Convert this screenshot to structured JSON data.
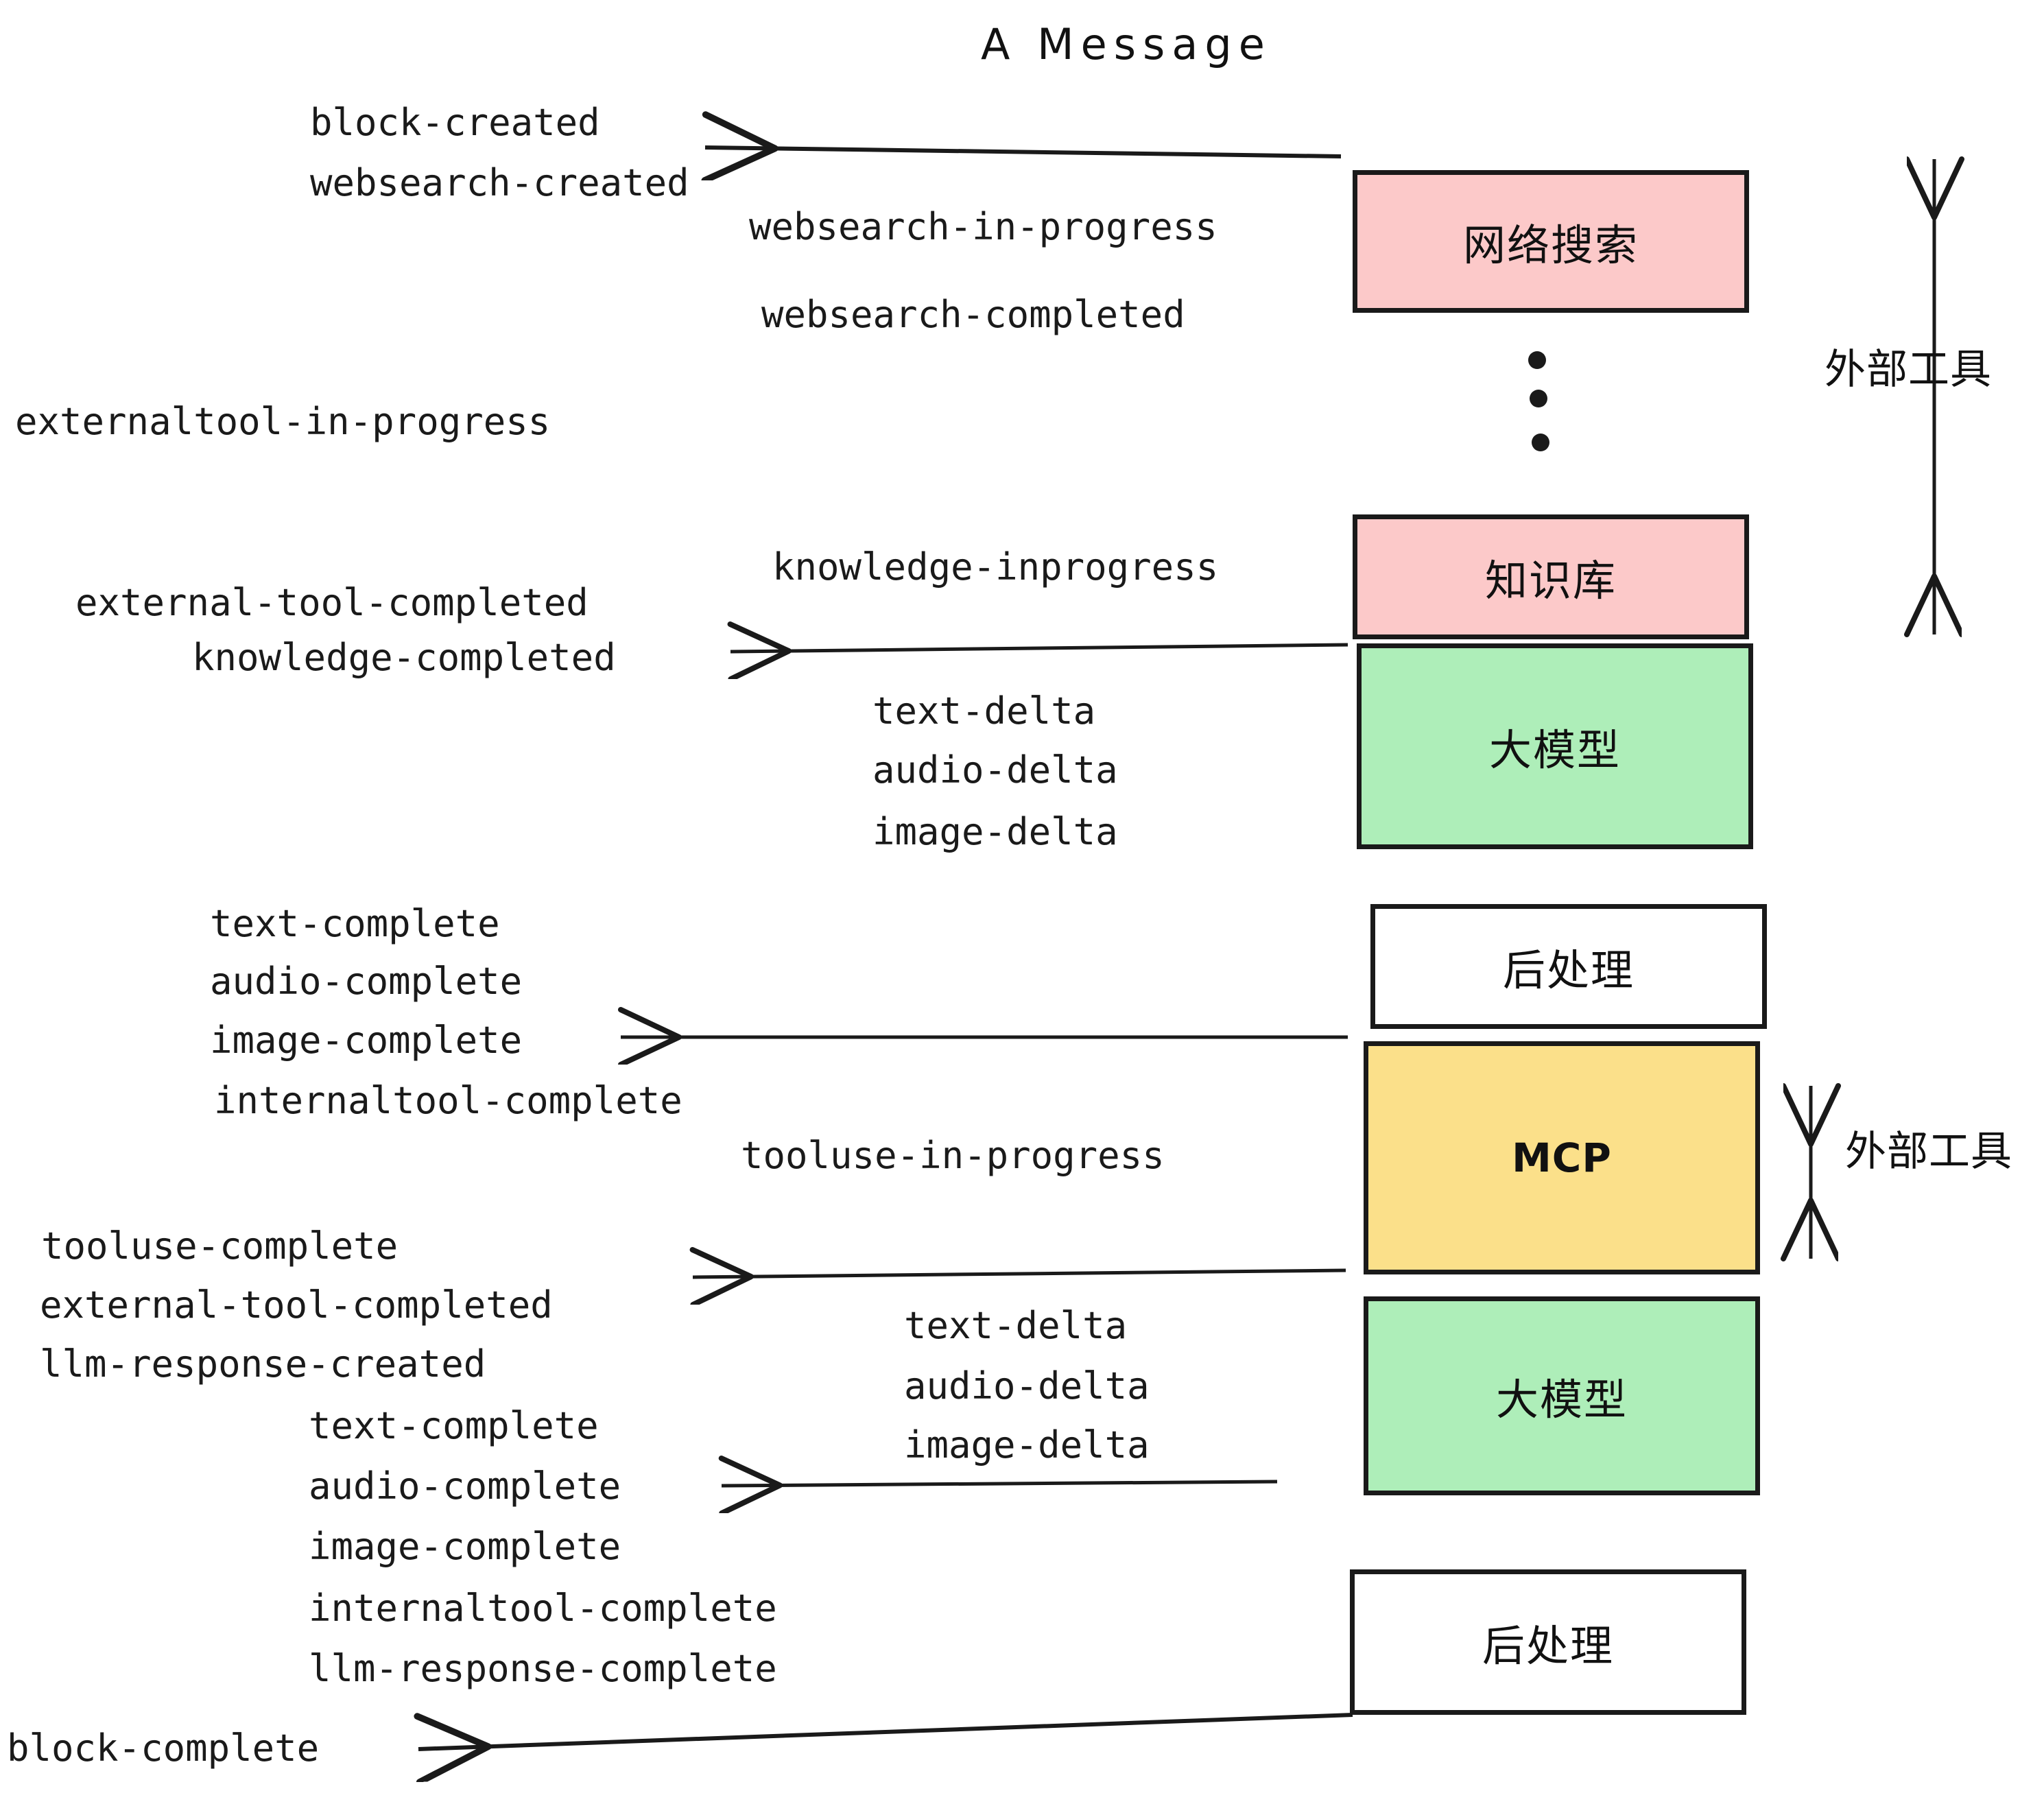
{
  "title": "A Message",
  "colors": {
    "pink": "#fcc9c9",
    "green": "#aeeeb9",
    "yellow": "#fbe08a",
    "white": "#ffffff",
    "stroke": "#1a1a1a",
    "text": "#1a1a1a",
    "background": "#ffffff"
  },
  "boxes": [
    {
      "id": "websearch",
      "label": "网络搜索",
      "fill": "#fcc9c9",
      "script": "cjk"
    },
    {
      "id": "knowledge",
      "label": "知识库",
      "fill": "#fcc9c9",
      "script": "cjk"
    },
    {
      "id": "llm-1",
      "label": "大模型",
      "fill": "#aeeeb9",
      "script": "cjk"
    },
    {
      "id": "postprocess-1",
      "label": "后处理",
      "fill": "#ffffff",
      "script": "cjk"
    },
    {
      "id": "mcp",
      "label": "MCP",
      "fill": "#fbe08a",
      "script": "latin"
    },
    {
      "id": "llm-2",
      "label": "大模型",
      "fill": "#aeeeb9",
      "script": "cjk"
    },
    {
      "id": "postprocess-2",
      "label": "后处理",
      "fill": "#ffffff",
      "script": "cjk"
    }
  ],
  "side_labels": [
    {
      "id": "external-tools-top",
      "label": "外部工具"
    },
    {
      "id": "external-tools-bottom",
      "label": "外部工具"
    }
  ],
  "events": [
    {
      "id": "block-created",
      "label": "block-created"
    },
    {
      "id": "websearch-created",
      "label": "websearch-created"
    },
    {
      "id": "websearch-in-progress",
      "label": "websearch-in-progress"
    },
    {
      "id": "websearch-completed",
      "label": "websearch-completed"
    },
    {
      "id": "externaltool-in-progress",
      "label": "externaltool-in-progress"
    },
    {
      "id": "knowledge-inprogress",
      "label": "knowledge-inprogress"
    },
    {
      "id": "external-tool-completed-1",
      "label": "external-tool-completed"
    },
    {
      "id": "knowledge-completed",
      "label": "knowledge-completed"
    },
    {
      "id": "text-delta-1",
      "label": "text-delta"
    },
    {
      "id": "audio-delta-1",
      "label": "audio-delta"
    },
    {
      "id": "image-delta-1",
      "label": "image-delta"
    },
    {
      "id": "text-complete-1",
      "label": "text-complete"
    },
    {
      "id": "audio-complete-1",
      "label": "audio-complete"
    },
    {
      "id": "image-complete-1",
      "label": "image-complete"
    },
    {
      "id": "internaltool-complete-1",
      "label": "internaltool-complete"
    },
    {
      "id": "tooluse-in-progress",
      "label": "tooluse-in-progress"
    },
    {
      "id": "tooluse-complete",
      "label": "tooluse-complete"
    },
    {
      "id": "external-tool-completed-2",
      "label": "external-tool-completed"
    },
    {
      "id": "llm-response-created",
      "label": "llm-response-created"
    },
    {
      "id": "text-delta-2",
      "label": "text-delta"
    },
    {
      "id": "audio-delta-2",
      "label": "audio-delta"
    },
    {
      "id": "image-delta-2",
      "label": "image-delta"
    },
    {
      "id": "text-complete-2",
      "label": "text-complete"
    },
    {
      "id": "audio-complete-2",
      "label": "audio-complete"
    },
    {
      "id": "image-complete-2",
      "label": "image-complete"
    },
    {
      "id": "internaltool-complete-2",
      "label": "internaltool-complete"
    },
    {
      "id": "llm-response-complete",
      "label": "llm-response-complete"
    },
    {
      "id": "block-complete",
      "label": "block-complete"
    }
  ]
}
